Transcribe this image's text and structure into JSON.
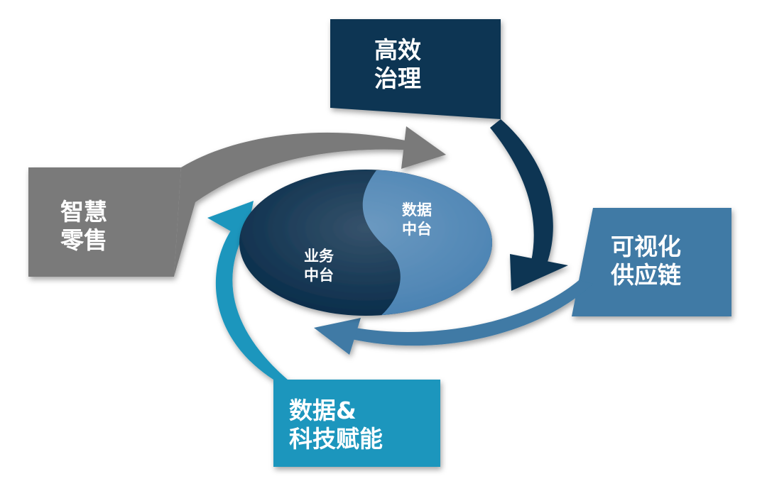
{
  "colors": {
    "navy": "#0b3553",
    "steel_blue": "#3f7aa5",
    "teal": "#1b96bd",
    "gray": "#7a7a7a",
    "core_dark": "#0a2d4b",
    "core_light": "#4b83b3"
  },
  "boxes": {
    "governance": {
      "line1": "高效",
      "line2": "治理"
    },
    "supply_chain": {
      "line1": "可视化",
      "line2": "供应链"
    },
    "data_tech": {
      "line1": "数据&",
      "line2": "科技赋能"
    },
    "retail": {
      "line1": "智慧",
      "line2": "零售"
    }
  },
  "core": {
    "business": {
      "line1": "业务",
      "line2": "中台"
    },
    "data": {
      "line1": "数据",
      "line2": "中台"
    }
  }
}
